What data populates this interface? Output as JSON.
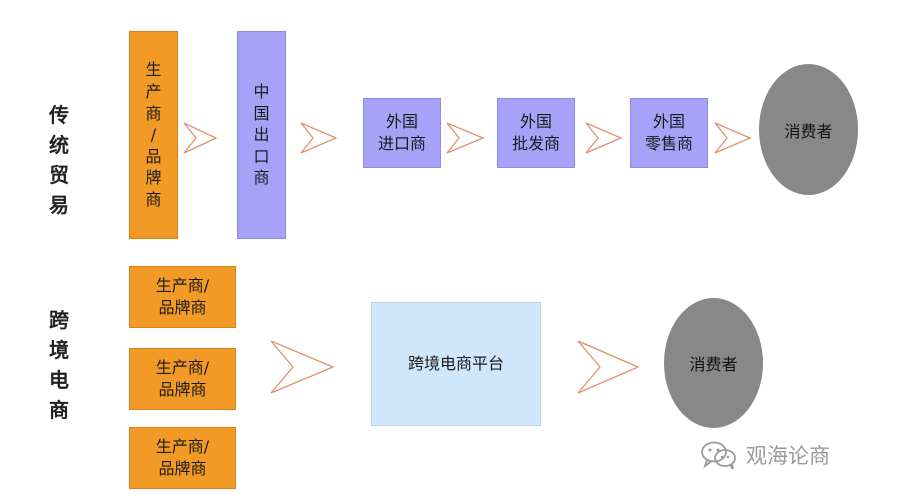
{
  "traditional": {
    "label": "传\n统\n贸\n易",
    "producer": "生\n产\n商\n/\n品\n牌\n商",
    "exporter": "中\n国\n出\n口\n商",
    "importer": "外国\n进口商",
    "wholesaler": "外国\n批发商",
    "retailer": "外国\n零售商",
    "consumer": "消费者"
  },
  "crossborder": {
    "label": "跨\n境\n电\n商",
    "producers": [
      "生产商/\n品牌商",
      "生产商/\n品牌商",
      "生产商/\n品牌商"
    ],
    "platform": "跨境电商平台",
    "consumer": "消费者"
  },
  "watermark": {
    "text": "观海论商",
    "icon": "wechat-icon"
  },
  "colors": {
    "orange": "#f29a26",
    "purple": "#a6a2f7",
    "light_blue": "#cfe6fb",
    "gray": "#888888",
    "arrow_stroke": "#e0926f"
  }
}
